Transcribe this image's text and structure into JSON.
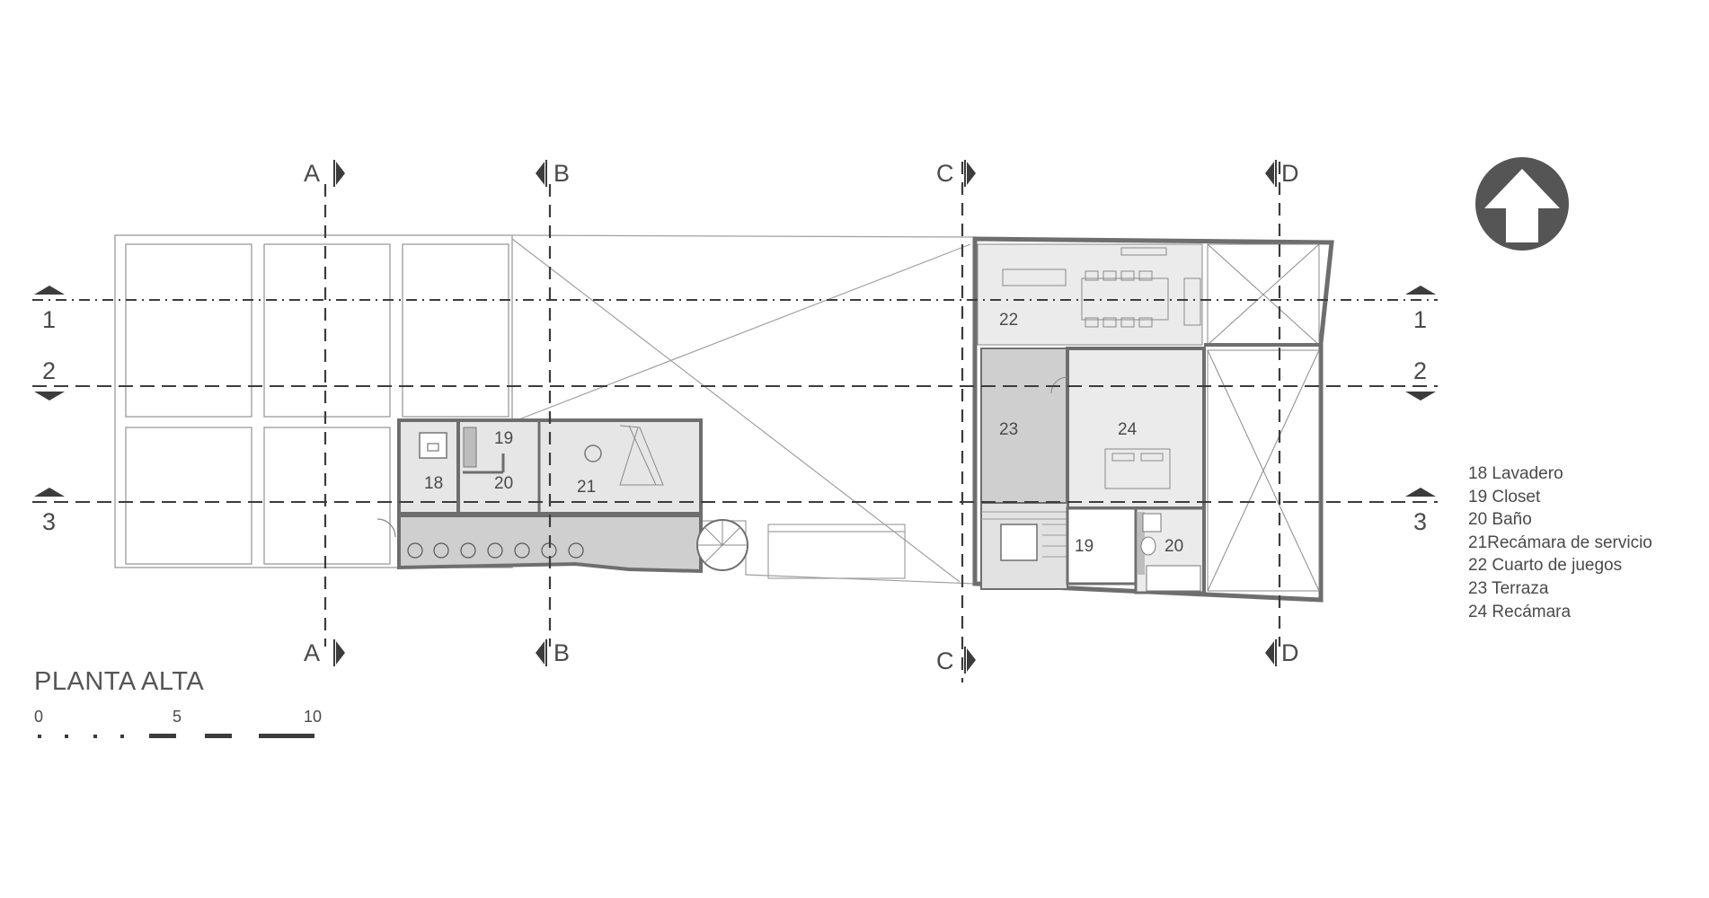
{
  "plan": {
    "title": "PLANTA ALTA",
    "scale_labels": [
      "0",
      "5",
      "10"
    ]
  },
  "sections": {
    "vertical": [
      "A",
      "B",
      "C",
      "D"
    ],
    "horizontal": [
      "1",
      "2",
      "3"
    ]
  },
  "rooms": {
    "r18": "18",
    "r19a": "19",
    "r20a": "20",
    "r21": "21",
    "r22": "22",
    "r23": "23",
    "r24": "24",
    "r19b": "19",
    "r20b": "20"
  },
  "legend": [
    "18 Lavadero",
    "19 Closet",
    "20 Baño",
    "21Recámara de servicio",
    "22 Cuarto de juegos",
    "23  Terraza",
    "24 Recámara"
  ],
  "icons": {
    "north": "north-arrow-icon"
  },
  "colors": {
    "line": "#4a4a4a",
    "wall": "#6e6e6e",
    "fill_light": "#e6e6e6",
    "fill_mid": "#cfcfcf"
  }
}
